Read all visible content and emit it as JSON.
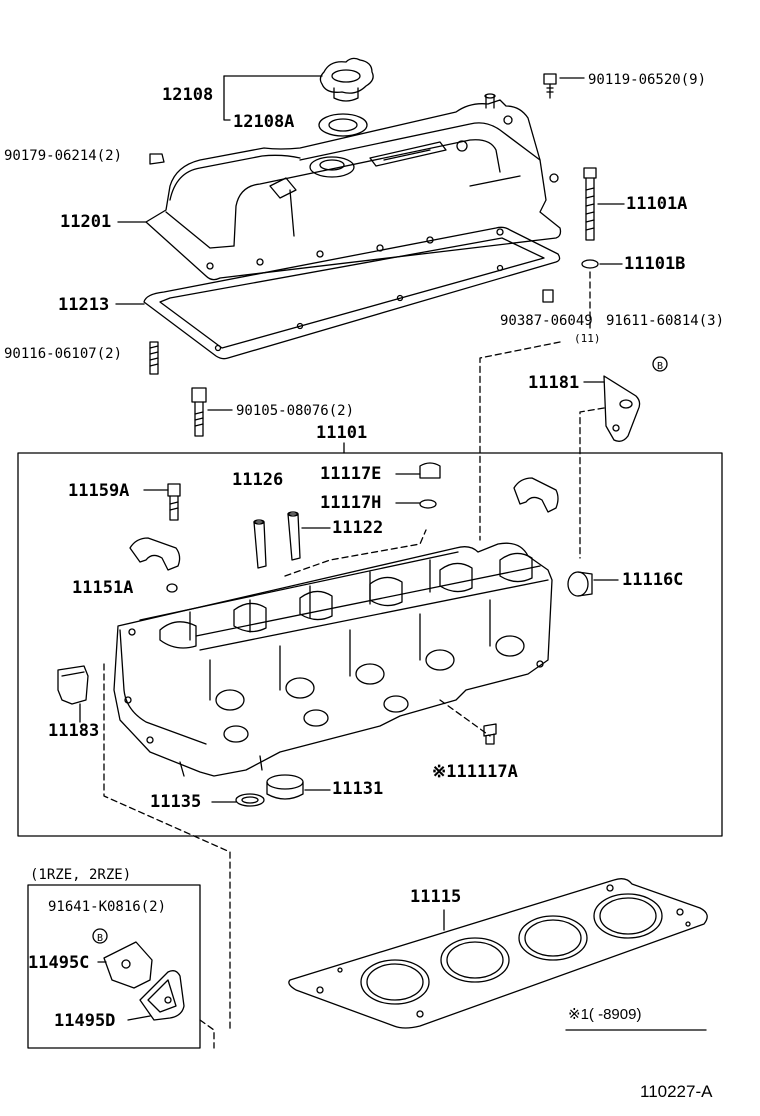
{
  "callouts": {
    "c12108": "12108",
    "c12108A": "12108A",
    "c90119": "90119-06520(9)",
    "c90179": "90179-06214(2)",
    "c11101A": "11101A",
    "c11201": "11201",
    "c11101B": "11101B",
    "c11213": "11213",
    "c90387": "90387-06049",
    "c90387_qty": "(11)",
    "c91611": "91611-60814(3)",
    "c90116": "90116-06107(2)",
    "c11181": "11181",
    "c90105": "90105-08076(2)",
    "c11101": "11101",
    "c11126": "11126",
    "c11117E": "11117E",
    "c11159A": "11159A",
    "c11117H": "11117H",
    "c11122": "11122",
    "c11151A": "11151A",
    "c11116C": "11116C",
    "c11183": "11183",
    "c11117A": "※111117A",
    "c11135": "11135",
    "c11131": "11131",
    "inset_title": "(1RZE, 2RZE)",
    "c91641": "91641-K0816(2)",
    "c11495C": "11495C",
    "c11495D": "11495D",
    "c11115": "11115",
    "note": "※1(     -8909)",
    "diagram_id": "110227-A"
  },
  "symbols": {
    "b_marker": "B"
  }
}
